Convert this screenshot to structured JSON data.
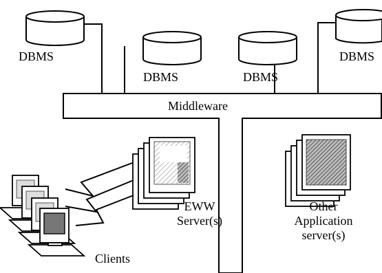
{
  "diagram": {
    "databases": [
      {
        "label": "DBMS"
      },
      {
        "label": "DBMS"
      },
      {
        "label": "DBMS"
      },
      {
        "label": "DBMS"
      }
    ],
    "middleware_label": "Middleware",
    "eww_label_line1": "EWW",
    "eww_label_line2": "Server(s)",
    "other_label_line1": "Other",
    "other_label_line2": "Application",
    "other_label_line3": "server(s)",
    "clients_label": "Clients"
  },
  "colors": {
    "stroke": "#000000",
    "background": "#ffffff",
    "hatch": "#555555",
    "screen": "#777777"
  }
}
